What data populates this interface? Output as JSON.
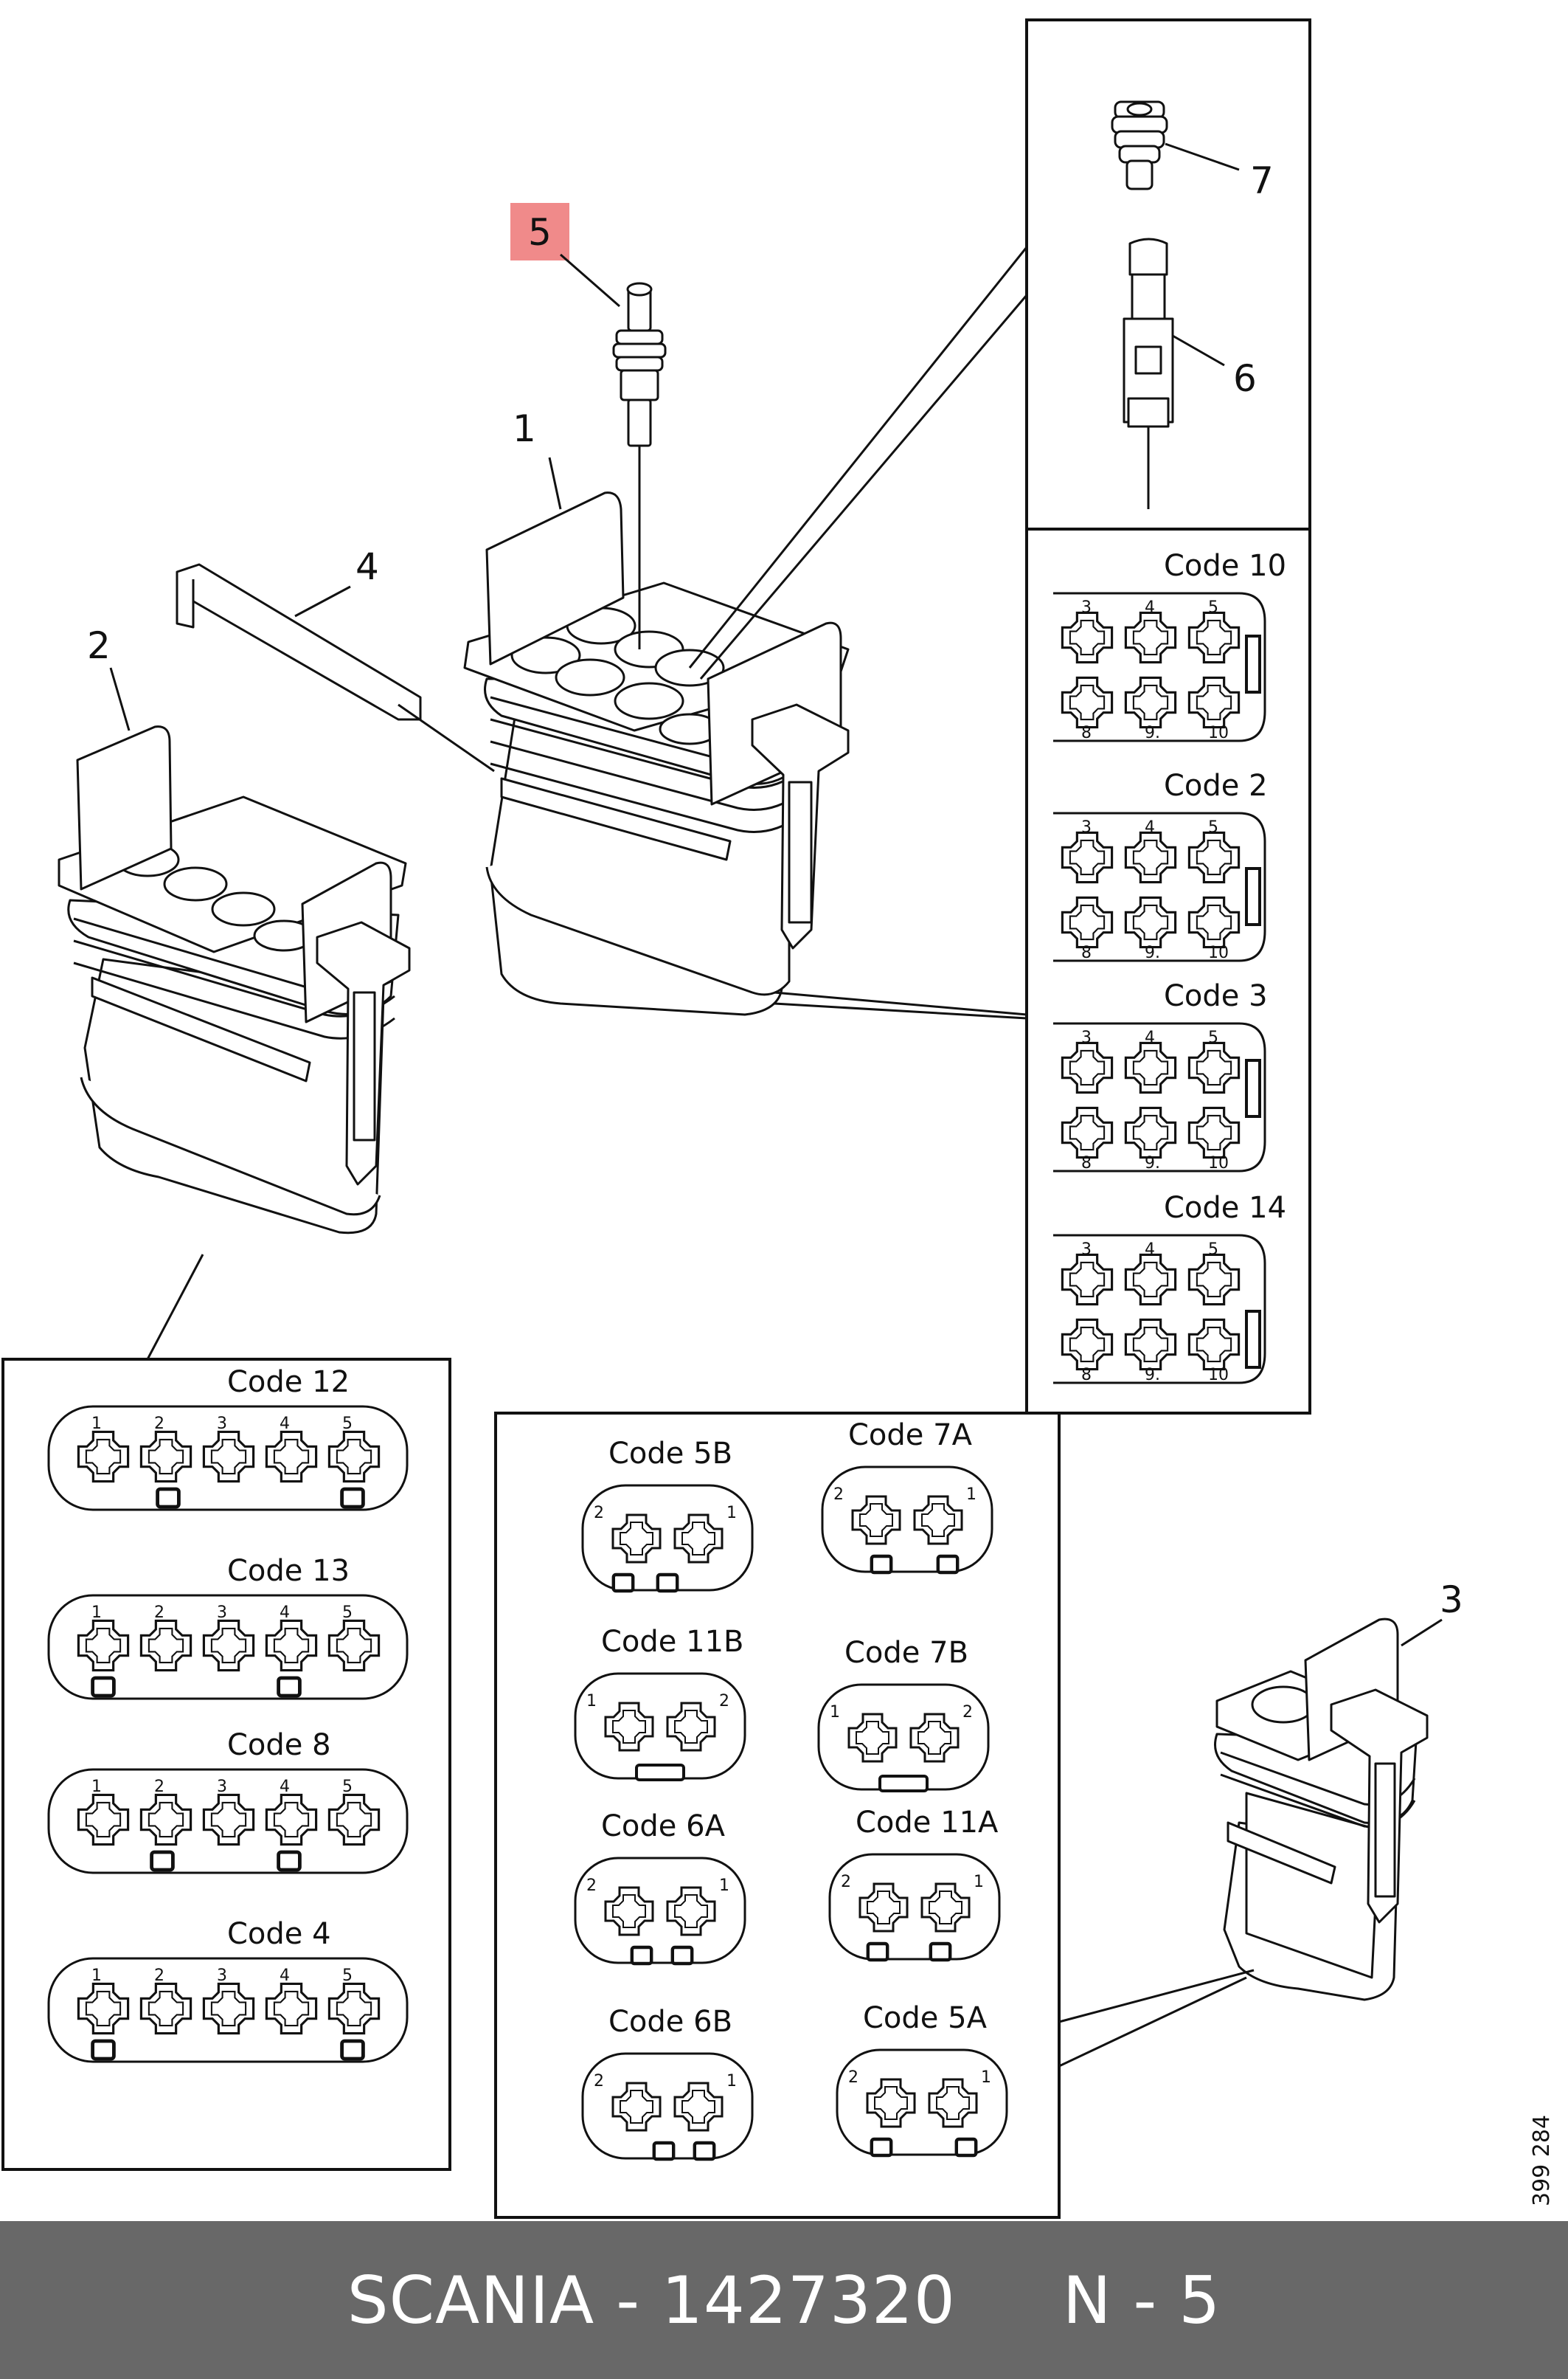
{
  "callouts": {
    "c1": "1",
    "c2": "2",
    "c3": "3",
    "c4": "4",
    "c5": "5",
    "c6": "6",
    "c7": "7"
  },
  "highlight_color": "#f08a8a",
  "drawing_number": "399 284",
  "footer": {
    "brand": "SCANIA",
    "part_number": "1427320",
    "position": "N - 5",
    "text": "SCANIA - 1427320     N - 5"
  },
  "right_panel": {
    "codes": [
      {
        "title": "Code 10",
        "top": [
          "3",
          "4",
          "5"
        ],
        "bottom": [
          "8",
          "9.",
          "10"
        ]
      },
      {
        "title": "Code 2",
        "top": [
          "3",
          "4",
          "5"
        ],
        "bottom": [
          "8",
          "9.",
          "10"
        ]
      },
      {
        "title": "Code 3",
        "top": [
          "3",
          "4",
          "5"
        ],
        "bottom": [
          "8",
          "9.",
          "10"
        ]
      },
      {
        "title": "Code 14",
        "top": [
          "3",
          "4",
          "5"
        ],
        "bottom": [
          "8",
          "9.",
          "10"
        ]
      }
    ]
  },
  "left_panel": {
    "codes": [
      {
        "title": "Code 12",
        "pins": [
          "1",
          "2",
          "3",
          "4",
          "5"
        ]
      },
      {
        "title": "Code 13",
        "pins": [
          "1",
          "2",
          "3",
          "4",
          "5"
        ]
      },
      {
        "title": "Code 8",
        "pins": [
          "1",
          "2",
          "3",
          "4",
          "5"
        ]
      },
      {
        "title": "Code 4",
        "pins": [
          "1",
          "2",
          "3",
          "4",
          "5"
        ]
      }
    ]
  },
  "middle_panel": {
    "codes": [
      {
        "title": "Code 5B",
        "pins": [
          "2",
          "1"
        ]
      },
      {
        "title": "Code 7A",
        "pins": [
          "2",
          "1"
        ]
      },
      {
        "title": "Code 11B",
        "pins": [
          "1",
          "2"
        ]
      },
      {
        "title": "Code 7B",
        "pins": [
          "1",
          "2"
        ]
      },
      {
        "title": "Code 6A",
        "pins": [
          "2",
          "1"
        ]
      },
      {
        "title": "Code 11A",
        "pins": [
          "2",
          "1"
        ]
      },
      {
        "title": "Code 6B",
        "pins": [
          "2",
          "1"
        ]
      },
      {
        "title": "Code 5A",
        "pins": [
          "2",
          "1"
        ]
      }
    ]
  }
}
